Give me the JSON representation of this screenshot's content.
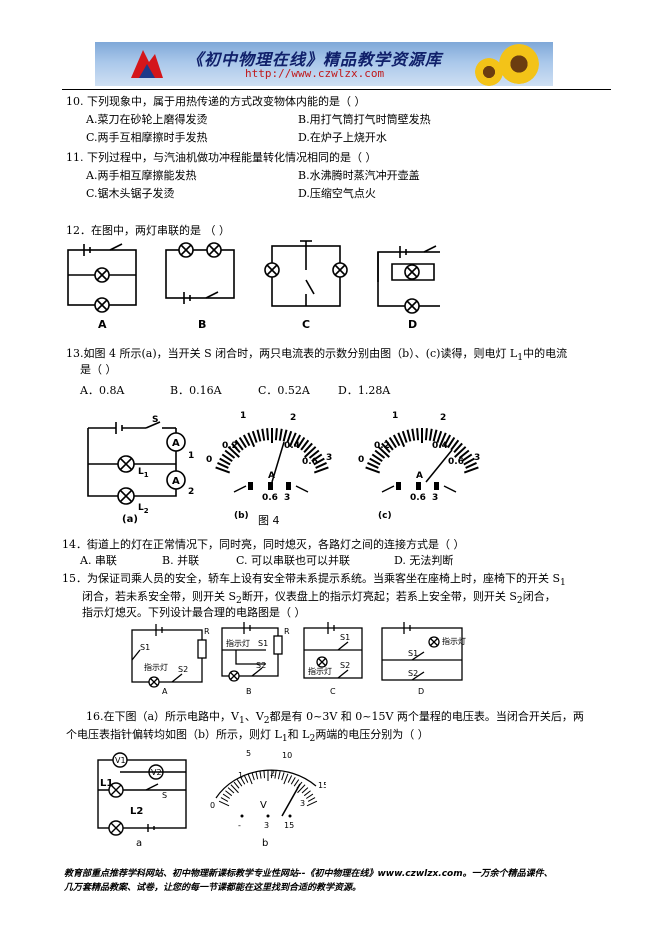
{
  "banner": {
    "title": "《初中物理在线》精品教学资源库",
    "url": "http://www.czwlzx.com"
  },
  "q10": {
    "stem": "10.  下列现象中，属于用热传递的方式改变物体内能的是（     ）",
    "a": "A.菜刀在砂轮上磨得发烫",
    "b": "B.用打气筒打气时筒壁发热",
    "c": "C.两手互相摩擦时手发热",
    "d": "D.在炉子上烧开水"
  },
  "q11": {
    "stem": "11.  下列过程中，与汽油机做功冲程能量转化情况相同的是（     ）",
    "a": "A.两手相互摩擦能发热",
    "b": "B.水沸腾时蒸汽冲开壶盖",
    "c": "C.锯木头锯子发烫",
    "d": "D.压缩空气点火"
  },
  "q12": {
    "stem": "12．在图中，两灯串联的是        （     ）",
    "labels": [
      "A",
      "B",
      "C",
      "D"
    ]
  },
  "q13": {
    "stem_line1": "13.如图 4 所示(a)，当开关 S 闭合时，两只电流表的示数分别由图（b）、(c)读得，则电灯 L",
    "stem_sub": "1",
    "stem_tail": "中的电流",
    "stem_line2": "是（     ）",
    "a": "A．0.8A",
    "b": "B．0.16A",
    "c": "C．0.52A",
    "d": "D．1.28A",
    "fig_caption": "图 4",
    "panel_a": "(a)",
    "panel_b": "(b)",
    "panel_c": "(c)",
    "L1": "L",
    "L2": "L",
    "L1_sub": "1",
    "L2_sub": "2",
    "S": "S",
    "meter_A": "A",
    "ammeter_labels": [
      "1",
      "2"
    ],
    "meter_ticks": [
      "0",
      "0.2",
      "0.4",
      "0.6"
    ],
    "meter_ticks_top": [
      "1",
      "2",
      "3"
    ],
    "terminals": [
      "0.6",
      "3"
    ]
  },
  "q14": {
    "stem": "14．街道上的灯在正常情况下，同时亮，同时熄灭，各路灯之间的连接方式是（     ）",
    "a": "A. 串联",
    "b": "B. 并联",
    "c": "C. 可以串联也可以并联",
    "d": "D. 无法判断"
  },
  "q15": {
    "line1": "15．为保证司乘人员的安全，轿车上设有安全带未系提示系统。当乘客坐在座椅上时，座椅下的开关 S",
    "line1_sub": "1",
    "line2_a": "闭合，若未系安全带，则开关 S",
    "line2_sub": "2",
    "line2_b": "断开，仪表盘上的指示灯亮起；若系上安全带，则开关 S",
    "line2_sub2": "2",
    "line2_c": "闭合，",
    "line3": "指示灯熄灭。下列设计最合理的电路图是（          ）",
    "labels": [
      "A",
      "B",
      "C",
      "D"
    ],
    "indicator": "指示灯",
    "R": "R",
    "S1": "S1",
    "S2": "S2"
  },
  "q16": {
    "line1_a": "16.在下图（a）所示电路中，V",
    "v1_sub": "1",
    "line1_b": "、V",
    "v2_sub": "2",
    "line1_c": "都是有 0~3V 和 0~15V 两个量程的电压表。当闭合开关后，两",
    "line2_a": "个电压表指针偏转均如图（b）所示，则灯 L",
    "l1_sub": "1",
    "line2_b": "和 L",
    "l2_sub": "2",
    "line2_c": "两端的电压分别为（          ）",
    "label_a": "a",
    "label_b": "b",
    "L1": "L1",
    "L2": "L2",
    "V1": "V1",
    "V2": "V2",
    "S": "S",
    "scale_top": [
      "5",
      "10"
    ],
    "scale_bottom": [
      "0",
      "1",
      "2",
      "3"
    ],
    "scale_right": [
      "15"
    ],
    "V": "V",
    "terminals": [
      "-",
      "3",
      "15"
    ]
  },
  "footer": {
    "line1": "教育部重点推荐学科网站、初中物理新课标教学专业性网站--《初中物理在线》www.czwlzx.com。一万余个精品课件、",
    "line2": "几万套精品教案、试卷，让您的每一节课都能在这里找到合适的教学资源。"
  }
}
